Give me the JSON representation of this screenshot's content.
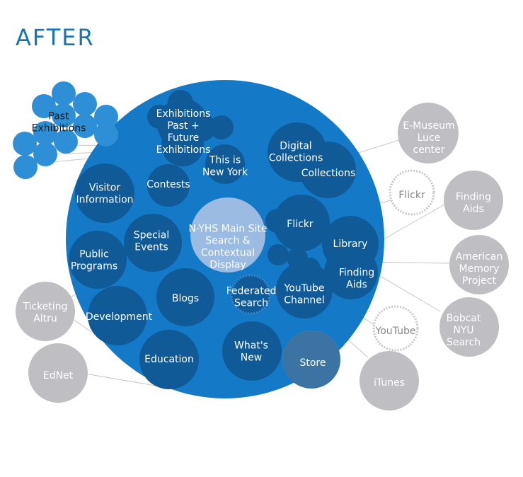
{
  "title": "AFTER",
  "colors": {
    "main": "#1479c7",
    "inner": "#0f5a97",
    "small": "#2f8fd6",
    "grey": "#bfbfc3",
    "center": "#9bbbe2",
    "line": "#c6c6c6",
    "text_light": "#ffffff"
  },
  "nodes": {
    "past_exhibitions": [
      "Past",
      "Exhibitions"
    ],
    "exhibitions": "Exhibitions",
    "past_future": [
      "Past +",
      "Future",
      "Exhibitions"
    ],
    "this_is_new_york": [
      "This is",
      "New York"
    ],
    "digital_collections": [
      "Digital",
      "Collections"
    ],
    "collections": "Collections",
    "contests": "Contests",
    "visitor_information": [
      "Visitor",
      "Information"
    ],
    "special_events": [
      "Special",
      "Events"
    ],
    "main_site": [
      "N-YHS Main Site",
      "Search &",
      "Contextual",
      "Display"
    ],
    "flickr_inner": "Flickr",
    "library": "Library",
    "finding_aids_inner": [
      "Finding",
      "Aids"
    ],
    "public_programs": [
      "Public",
      "Programs"
    ],
    "blogs": "Blogs",
    "federated_search": [
      "Federated",
      "Search"
    ],
    "youtube_channel": [
      "YouTube",
      "Channel"
    ],
    "development": "Development",
    "education": "Education",
    "whats_new": [
      "What's",
      "New"
    ],
    "store": "Store",
    "e_museum": [
      "E-Museum",
      "Luce",
      "center"
    ],
    "flickr_outer": "Flickr",
    "finding_aids_outer": [
      "Finding",
      "Aids"
    ],
    "american_memory": [
      "American",
      "Memory",
      "Project"
    ],
    "bobcat": [
      "Bobcat",
      "NYU",
      "Search"
    ],
    "youtube_outer": "YouTube",
    "itunes": "iTunes",
    "ticketing": [
      "Ticketing",
      "Altru"
    ],
    "ednet": "EdNet"
  }
}
